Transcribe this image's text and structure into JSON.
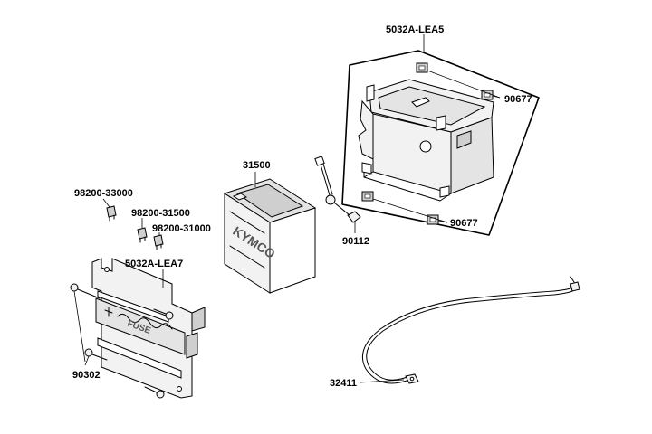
{
  "parts": {
    "battery_box_label": "5032A-LEA5",
    "rubber_pad_top_label": "90677",
    "rubber_pad_bottom_label": "90677",
    "bolt_label": "90112",
    "battery_label": "31500",
    "fuse_1_label": "98200-33000",
    "fuse_2_label": "98200-31500",
    "fuse_3_label": "98200-31000",
    "fuse_bracket_label": "5032A-LEA7",
    "screw_label": "90302",
    "cable_label": "32411"
  },
  "embossed": {
    "battery_brand": "KYMCO",
    "bracket_text": "FUSE"
  },
  "colors": {
    "line": "#000000",
    "background": "#ffffff",
    "shade_light": "#f2f2f2",
    "shade_mid": "#e4e4e4",
    "shade_dark": "#cfcfcf"
  }
}
